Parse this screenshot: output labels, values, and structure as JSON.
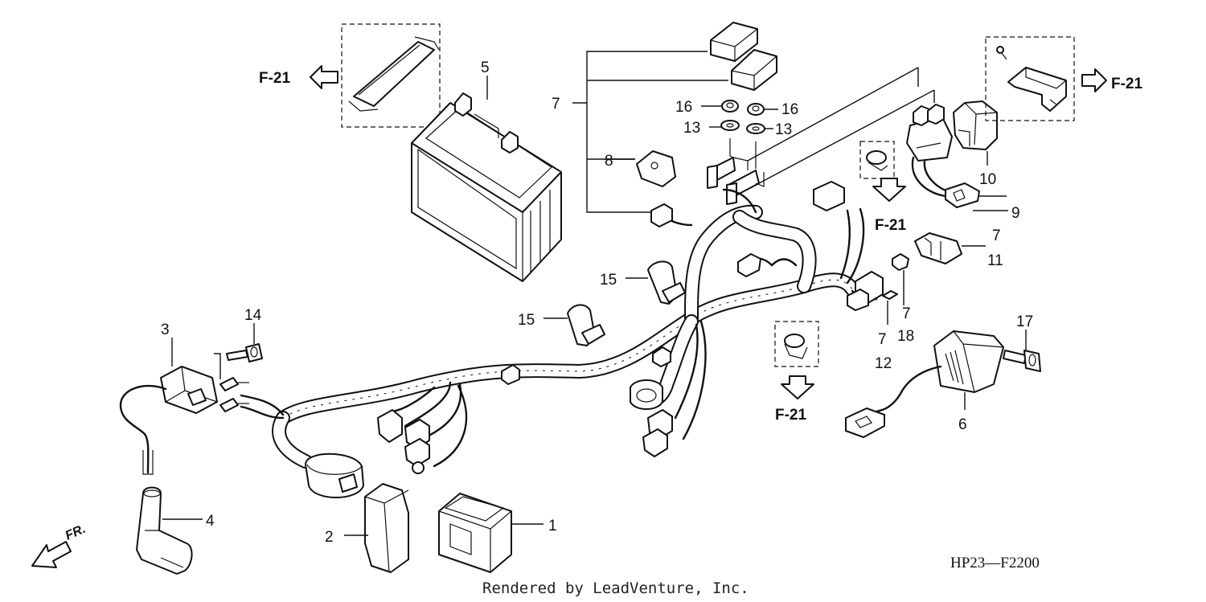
{
  "diagram": {
    "code": "HP23—F2200",
    "credit": "Rendered by LeadVenture, Inc.",
    "front_marker": "FR.",
    "ref_label": "F-21",
    "callouts": {
      "c1": "1",
      "c2": "2",
      "c3": "3",
      "c4": "4",
      "c5": "5",
      "c6": "6",
      "c7a": "7",
      "c7b": "7",
      "c7c": "7",
      "c7d": "7",
      "c8": "8",
      "c9": "9",
      "c10": "10",
      "c11": "11",
      "c12": "12",
      "c13a": "13",
      "c13b": "13",
      "c14": "14",
      "c15a": "15",
      "c15b": "15",
      "c16a": "16",
      "c16b": "16",
      "c17": "17",
      "c18": "18"
    }
  }
}
